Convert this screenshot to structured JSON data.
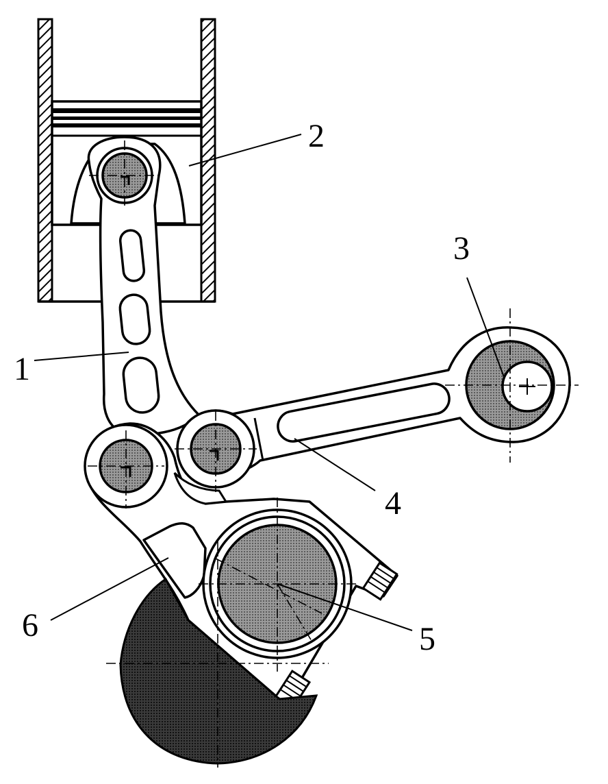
{
  "labels": {
    "connecting_rod": "1",
    "piston": "2",
    "eccentric_pivot": "3",
    "control_link": "4",
    "crank_journal": "5",
    "crank_web": "6"
  },
  "colors": {
    "ink": "#000000",
    "paper": "#ffffff",
    "pin_fill": "#8a8a8a",
    "dark_fill": "#2e2e2e"
  }
}
